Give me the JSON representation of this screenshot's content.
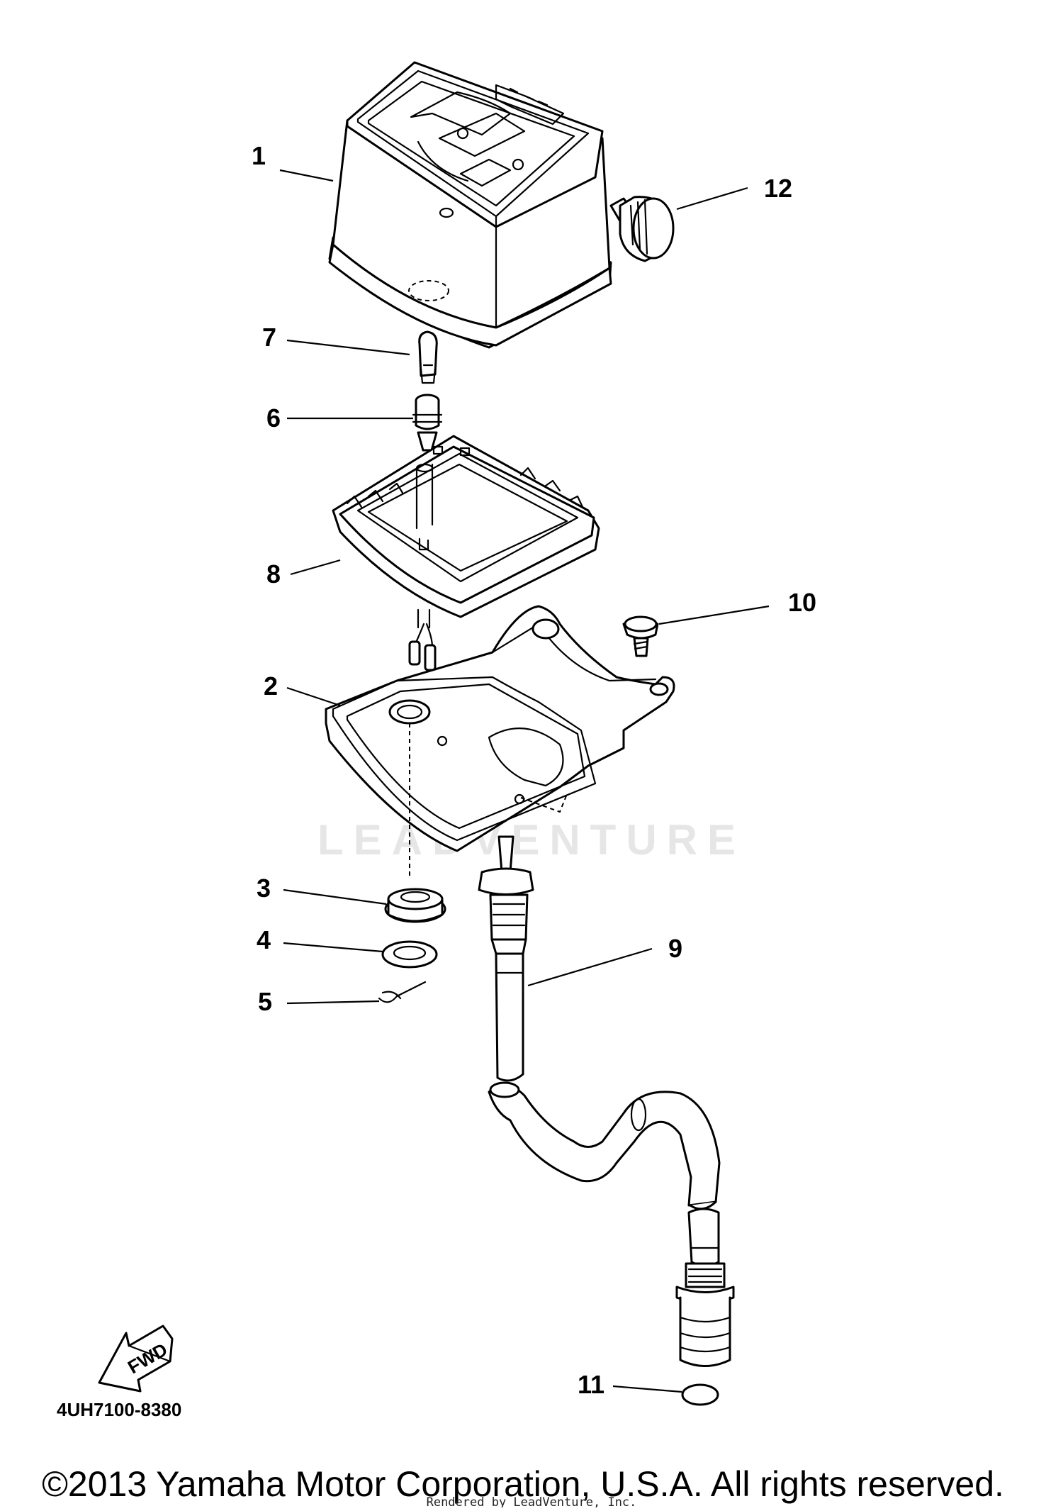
{
  "diagram": {
    "callouts": [
      {
        "id": "1",
        "label": "1"
      },
      {
        "id": "2",
        "label": "2"
      },
      {
        "id": "3",
        "label": "3"
      },
      {
        "id": "4",
        "label": "4"
      },
      {
        "id": "5",
        "label": "5"
      },
      {
        "id": "6",
        "label": "6"
      },
      {
        "id": "7",
        "label": "7"
      },
      {
        "id": "8",
        "label": "8"
      },
      {
        "id": "9",
        "label": "9"
      },
      {
        "id": "10",
        "label": "10"
      },
      {
        "id": "11",
        "label": "11"
      },
      {
        "id": "12",
        "label": "12"
      }
    ],
    "fwd_label": "FWD",
    "diagram_code": "4UH7100-8380",
    "watermark": "LEADVENTURE"
  },
  "footer": {
    "copyright": "©2013 Yamaha Motor Corporation, U.S.A. All rights reserved.",
    "rendered_by": "Rendered by LeadVenture, Inc."
  }
}
